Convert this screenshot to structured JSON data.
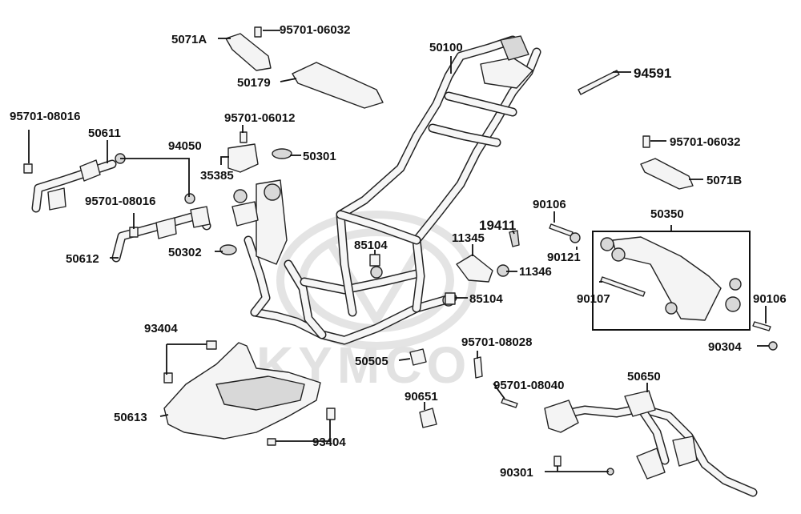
{
  "watermark": "KYMCO",
  "parts": [
    {
      "id": "p1",
      "label": "5071A"
    },
    {
      "id": "p2",
      "label": "95701-06032"
    },
    {
      "id": "p3",
      "label": "50179"
    },
    {
      "id": "p4",
      "label": "50100"
    },
    {
      "id": "p5",
      "label": "94591"
    },
    {
      "id": "p6",
      "label": "95701-08016"
    },
    {
      "id": "p7",
      "label": "50611"
    },
    {
      "id": "p8",
      "label": "94050"
    },
    {
      "id": "p9",
      "label": "95701-06012"
    },
    {
      "id": "p10",
      "label": "35385"
    },
    {
      "id": "p11",
      "label": "50301"
    },
    {
      "id": "p12",
      "label": "95701-06032"
    },
    {
      "id": "p13",
      "label": "5071B"
    },
    {
      "id": "p14",
      "label": "95701-08016"
    },
    {
      "id": "p15",
      "label": "90106"
    },
    {
      "id": "p16",
      "label": "50350"
    },
    {
      "id": "p17",
      "label": "19411"
    },
    {
      "id": "p18",
      "label": "11345"
    },
    {
      "id": "p19",
      "label": "85104"
    },
    {
      "id": "p20",
      "label": "50612"
    },
    {
      "id": "p21",
      "label": "50302"
    },
    {
      "id": "p22",
      "label": "90121"
    },
    {
      "id": "p23",
      "label": "11346"
    },
    {
      "id": "p24",
      "label": "90107"
    },
    {
      "id": "p25",
      "label": "85104"
    },
    {
      "id": "p26",
      "label": "90106"
    },
    {
      "id": "p27",
      "label": "93404"
    },
    {
      "id": "p28",
      "label": "95701-08028"
    },
    {
      "id": "p29",
      "label": "90304"
    },
    {
      "id": "p30",
      "label": "50505"
    },
    {
      "id": "p31",
      "label": "50650"
    },
    {
      "id": "p32",
      "label": "95701-08040"
    },
    {
      "id": "p33",
      "label": "90651"
    },
    {
      "id": "p34",
      "label": "50613"
    },
    {
      "id": "p35",
      "label": "93404"
    },
    {
      "id": "p36",
      "label": "90301"
    }
  ]
}
